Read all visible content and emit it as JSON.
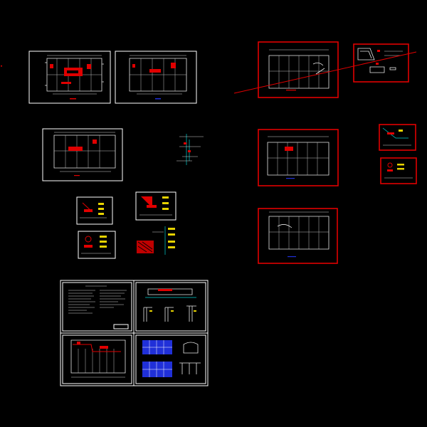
{
  "viewer": {
    "background": "#000000",
    "selection_color": "#e00000",
    "drawing_color": "#ffffff"
  },
  "sheets": [
    {
      "id": "plan-1",
      "selected": false
    },
    {
      "id": "plan-2",
      "selected": false
    },
    {
      "id": "plan-3",
      "selected": false
    },
    {
      "id": "detail-riser",
      "selected": false
    },
    {
      "id": "detail-small-1",
      "selected": false
    },
    {
      "id": "detail-small-2",
      "selected": false
    },
    {
      "id": "detail-small-3",
      "selected": false
    },
    {
      "id": "detail-small-4",
      "selected": false
    },
    {
      "id": "title-sheet-set",
      "selected": false
    },
    {
      "id": "plan-right-1",
      "selected": true
    },
    {
      "id": "detail-right-1",
      "selected": true
    },
    {
      "id": "plan-right-2",
      "selected": true
    },
    {
      "id": "plan-right-3",
      "selected": true
    },
    {
      "id": "detail-right-2",
      "selected": true
    },
    {
      "id": "detail-right-3",
      "selected": true
    }
  ]
}
